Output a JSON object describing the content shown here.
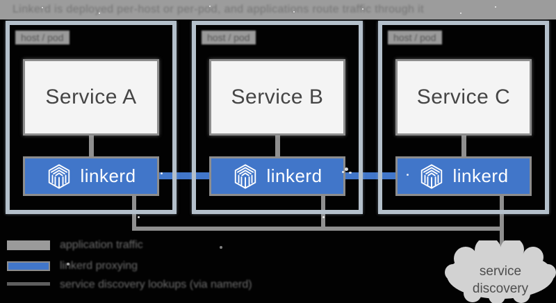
{
  "title": {
    "text": "Linkerd is deployed per-host or per-pod, and applications route traffic through it"
  },
  "hosts": [
    {
      "label": "host / pod",
      "service": "Service A",
      "proxy": "linkerd"
    },
    {
      "label": "host / pod",
      "service": "Service B",
      "proxy": "linkerd"
    },
    {
      "label": "host / pod",
      "service": "Service C",
      "proxy": "linkerd"
    }
  ],
  "cloud": {
    "line1": "service",
    "line2": "discovery"
  },
  "legend": {
    "items": [
      {
        "label": "application traffic"
      },
      {
        "label": "linkerd proxying"
      },
      {
        "label": "service discovery lookups (via namerd)"
      }
    ]
  },
  "icons": {
    "proxy_logo": "linkerd-logo"
  },
  "colors": {
    "proxy_blue": "#4176c9",
    "host_border": "#b4c0cb",
    "line_gray": "#8f8f8f",
    "title_bar": "#9c9c9c",
    "cloud_gray": "#d2d2d2",
    "service_box": "#f4f4f4"
  }
}
